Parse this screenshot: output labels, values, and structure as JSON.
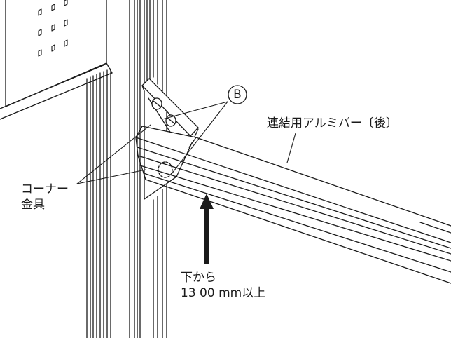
{
  "labels": {
    "marker_b": "B",
    "rear_bar": "連結用アルミバー〔後〕",
    "corner_line1": "コーナー",
    "corner_line2": "金具",
    "height_line1": "下から",
    "height_line2": "13 00 mm以上"
  },
  "colors": {
    "line": "#1a1a1a",
    "background": "#ffffff"
  }
}
